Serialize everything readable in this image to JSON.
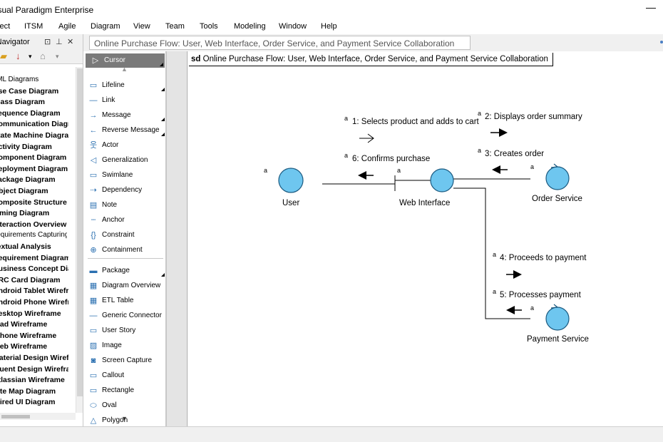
{
  "app": {
    "title": "Visual Paradigm Enterprise",
    "minimize": "—"
  },
  "menu": [
    "Project",
    "ITSM",
    "Agile",
    "Diagram",
    "View",
    "Team",
    "Tools",
    "Modeling",
    "Window",
    "Help"
  ],
  "navigator": {
    "title": "Diagram Navigator",
    "header_icons": [
      "⊡",
      "⊥",
      "✕"
    ],
    "items": [
      {
        "label": "UML Diagrams",
        "kind": "category"
      },
      {
        "label": "Use Case Diagram",
        "kind": "diagram"
      },
      {
        "label": "Class Diagram",
        "kind": "diagram"
      },
      {
        "label": "Sequence Diagram",
        "kind": "diagram"
      },
      {
        "label": "Communication Diagram",
        "kind": "diagram"
      },
      {
        "label": "State Machine Diagram",
        "kind": "diagram"
      },
      {
        "label": "Activity Diagram",
        "kind": "diagram"
      },
      {
        "label": "Component Diagram",
        "kind": "diagram"
      },
      {
        "label": "Deployment Diagram",
        "kind": "diagram"
      },
      {
        "label": "Package Diagram",
        "kind": "diagram"
      },
      {
        "label": "Object Diagram",
        "kind": "diagram"
      },
      {
        "label": "Composite Structure Diagram",
        "kind": "diagram"
      },
      {
        "label": "Timing Diagram",
        "kind": "diagram"
      },
      {
        "label": "Interaction Overview Diagram",
        "kind": "diagram"
      },
      {
        "label": "Requirements Capturing",
        "kind": "category"
      },
      {
        "label": "Textual Analysis",
        "kind": "diagram"
      },
      {
        "label": "Requirement Diagram",
        "kind": "diagram"
      },
      {
        "label": "Business Concept Diagram",
        "kind": "diagram"
      },
      {
        "label": "CRC Card Diagram",
        "kind": "diagram"
      },
      {
        "label": "Android Tablet Wireframe",
        "kind": "diagram"
      },
      {
        "label": "Android Phone Wireframe",
        "kind": "diagram"
      },
      {
        "label": "Desktop Wireframe",
        "kind": "diagram"
      },
      {
        "label": "iPad Wireframe",
        "kind": "diagram"
      },
      {
        "label": "iPhone Wireframe",
        "kind": "diagram"
      },
      {
        "label": "Web Wireframe",
        "kind": "diagram"
      },
      {
        "label": "Material Design Wireframe",
        "kind": "diagram"
      },
      {
        "label": "Fluent Design Wireframe",
        "kind": "diagram"
      },
      {
        "label": "Atlassian Wireframe",
        "kind": "diagram"
      },
      {
        "label": "Site Map Diagram",
        "kind": "diagram"
      },
      {
        "label": "Wired UI Diagram",
        "kind": "diagram"
      }
    ]
  },
  "palette": [
    {
      "label": "Cursor",
      "icon": "▷",
      "selected": true,
      "has_sub": true
    },
    {
      "label": "Lifeline",
      "icon": "▭",
      "has_sub": true
    },
    {
      "label": "Link",
      "icon": "—"
    },
    {
      "label": "Message",
      "icon": "→",
      "has_sub": true
    },
    {
      "label": "Reverse Message",
      "icon": "←",
      "has_sub": true
    },
    {
      "label": "Actor",
      "icon": "웃"
    },
    {
      "label": "Generalization",
      "icon": "◁"
    },
    {
      "label": "Swimlane",
      "icon": "▭"
    },
    {
      "label": "Dependency",
      "icon": "⇢"
    },
    {
      "label": "Note",
      "icon": "▤"
    },
    {
      "label": "Anchor",
      "icon": "┄"
    },
    {
      "label": "Constraint",
      "icon": "{}"
    },
    {
      "label": "Containment",
      "icon": "⊕"
    },
    {
      "label": "Package",
      "icon": "▬",
      "has_sub": true
    },
    {
      "label": "Diagram Overview",
      "icon": "▦"
    },
    {
      "label": "ETL Table",
      "icon": "▦"
    },
    {
      "label": "Generic Connector",
      "icon": "—"
    },
    {
      "label": "User Story",
      "icon": "▭"
    },
    {
      "label": "Image",
      "icon": "▨"
    },
    {
      "label": "Screen Capture",
      "icon": "◙"
    },
    {
      "label": "Callout",
      "icon": "▭"
    },
    {
      "label": "Rectangle",
      "icon": "▭"
    },
    {
      "label": "Oval",
      "icon": "⬭"
    },
    {
      "label": "Polygon",
      "icon": "△"
    }
  ],
  "breadcrumb": "Online Purchase Flow: User, Web Interface, Order Service, and Payment Service Collaboration",
  "diagram": {
    "frame_keyword": "sd",
    "frame_title": "Online Purchase Flow: User, Web Interface, Order Service, and Payment Service Collaboration",
    "lifelines": {
      "user": "User",
      "web": "Web Interface",
      "order": "Order Service",
      "payment": "Payment Service"
    },
    "instance_marker": "a",
    "messages": {
      "m1": "1: Selects product and adds to cart",
      "m2": "2: Displays order summary",
      "m3": "3: Creates order",
      "m4": "4: Proceeds to payment",
      "m5": "5: Processes payment",
      "m6": "6: Confirms purchase"
    },
    "colors": {
      "lifeline_fill": "#6ec6ef",
      "lifeline_stroke": "#1b5a80"
    }
  }
}
